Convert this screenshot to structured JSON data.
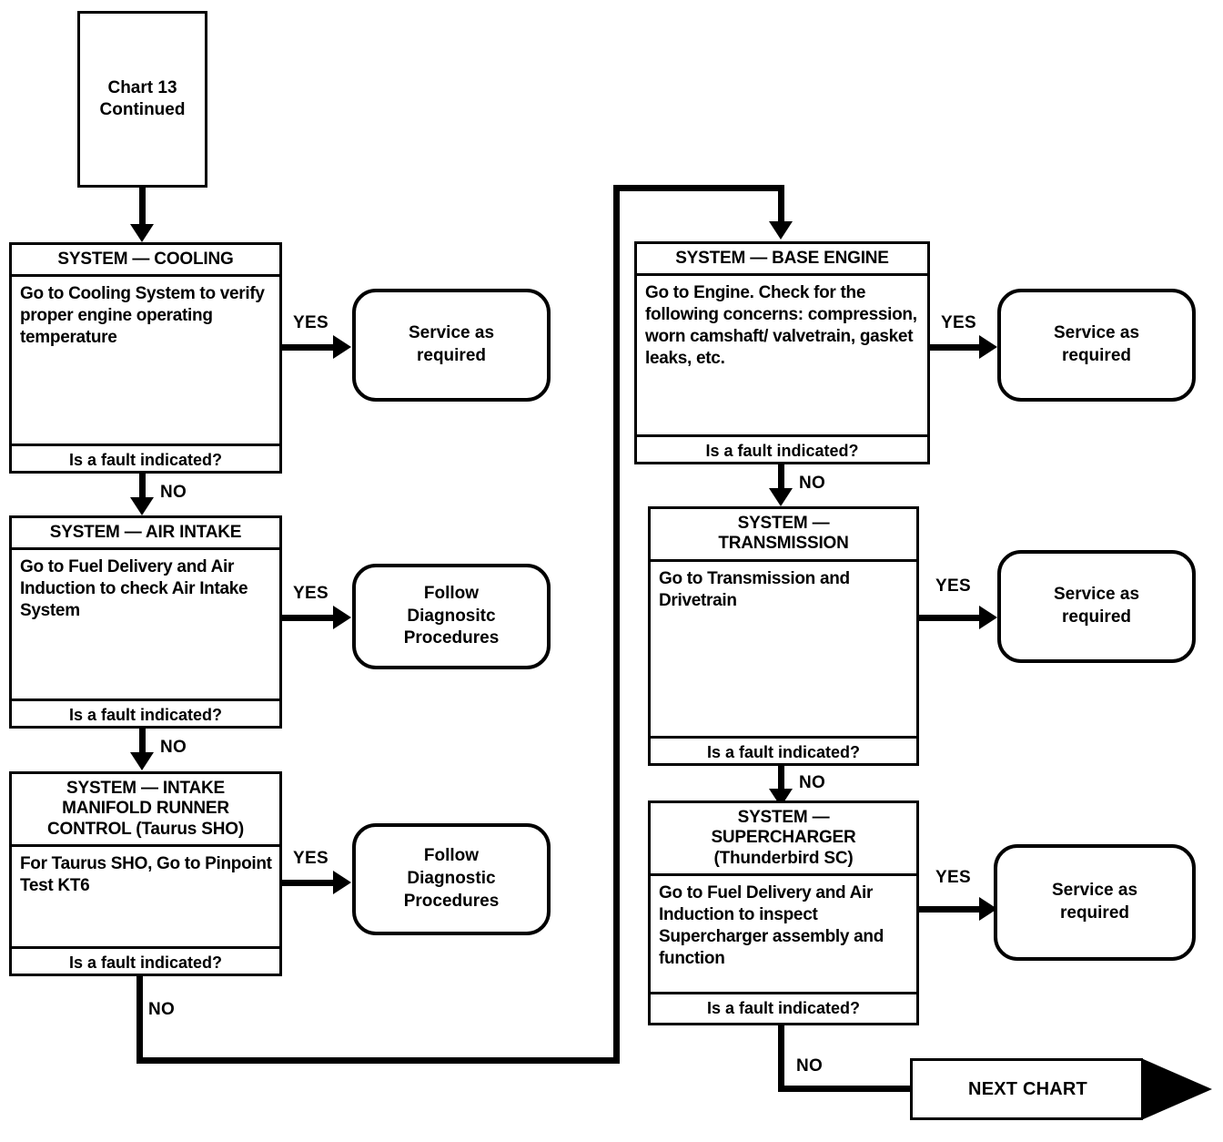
{
  "chart_data": {
    "type": "diagram",
    "title": "Chart 13 Continued",
    "diagram_kind": "diagnostic-flowchart"
  },
  "start": {
    "label": "Chart 13\nContinued",
    "line1": "Chart 13",
    "line2": "Continued"
  },
  "edges": {
    "yes": "YES",
    "no": "NO"
  },
  "nodes": {
    "cooling": {
      "title": "SYSTEM — COOLING",
      "body": "Go to Cooling System to verify proper engine operating temperature",
      "question": "Is a fault indicated?"
    },
    "air_intake": {
      "title": "SYSTEM — AIR INTAKE",
      "body": "Go to Fuel Delivery and Air Induction to check Air Intake System",
      "question": "Is a fault indicated?"
    },
    "imrc": {
      "title_line1": "SYSTEM — INTAKE",
      "title_line2": "MANIFOLD RUNNER",
      "title_line3": "CONTROL (Taurus SHO)",
      "body": "For Taurus SHO, Go to Pinpoint  Test KT6",
      "question": "Is a fault indicated?"
    },
    "base_engine": {
      "title": "SYSTEM — BASE ENGINE",
      "body": "Go to Engine. Check for the following concerns: compression, worn camshaft/ valvetrain, gasket leaks, etc.",
      "question": "Is a fault indicated?"
    },
    "transmission": {
      "title_line1": "SYSTEM —",
      "title_line2": "TRANSMISSION",
      "body": "Go to Transmission and Drivetrain",
      "question": "Is a fault indicated?"
    },
    "supercharger": {
      "title_line1": "SYSTEM —",
      "title_line2": "SUPERCHARGER",
      "title_line3": "(Thunderbird SC)",
      "body": "Go to Fuel Delivery and Air Induction to inspect Supercharger assembly and function",
      "question": "Is a fault indicated?"
    }
  },
  "outcomes": {
    "service_cooling": "Service as\nrequired",
    "service_cooling_l1": "Service as",
    "service_cooling_l2": "required",
    "follow_air_intake_l1": "Follow",
    "follow_air_intake_l2": "Diagnositc",
    "follow_air_intake_l3": "Procedures",
    "follow_imrc_l1": "Follow",
    "follow_imrc_l2": "Diagnostic",
    "follow_imrc_l3": "Procedures",
    "service_base_engine_l1": "Service as",
    "service_base_engine_l2": "required",
    "service_transmission_l1": "Service as",
    "service_transmission_l2": "required",
    "service_supercharger_l1": "Service as",
    "service_supercharger_l2": "required"
  },
  "next_chart": {
    "label": "NEXT CHART"
  },
  "colors": {
    "ink": "#000000",
    "paper": "#ffffff"
  }
}
